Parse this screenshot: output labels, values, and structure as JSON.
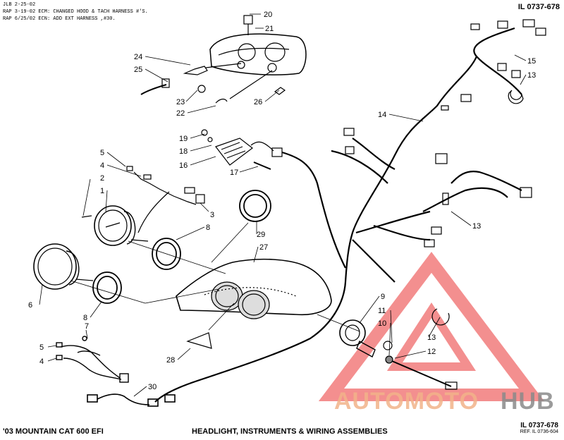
{
  "notes": [
    "JLB 2-25-02",
    "RAP 3-19-02 ECM: CHANGED HOOD & TACH HARNESS #'S.",
    "RAP 6/25/02 ECN: ADD EXT HARNESS ,#30."
  ],
  "illustration_ref": "IL 0737-678",
  "footer": {
    "model": "'03 MOUNTAIN CAT 600 EFI",
    "title": "HEADLIGHT, INSTRUMENTS & WIRING ASSEMBLIES",
    "ref_main": "IL 0737-678",
    "ref_sub": "REF. IL 0736-604"
  },
  "callouts": {
    "c20": "20",
    "c21": "21",
    "c24": "24",
    "c25": "25",
    "c23": "23",
    "c22": "22",
    "c26": "26",
    "c15": "15",
    "c13a": "13",
    "c14": "14",
    "c19": "19",
    "c18": "18",
    "c16": "16",
    "c17": "17",
    "c5a": "5",
    "c4a": "4",
    "c2": "2",
    "c1": "1",
    "c3": "3",
    "c8a": "8",
    "c29": "29",
    "c27": "27",
    "c13b": "13",
    "c6": "6",
    "c8b": "8",
    "c9": "9",
    "c11": "11",
    "c10": "10",
    "c13c": "13",
    "c12": "12",
    "c7": "7",
    "c5b": "5",
    "c4b": "4",
    "c28": "28",
    "c30": "30"
  },
  "watermark": {
    "part1": "AUTOMOTO",
    "part2": "HUB",
    "color1": "#f2b38a",
    "color2": "#8a8a8a",
    "triangle_color": "#f06a6a"
  }
}
